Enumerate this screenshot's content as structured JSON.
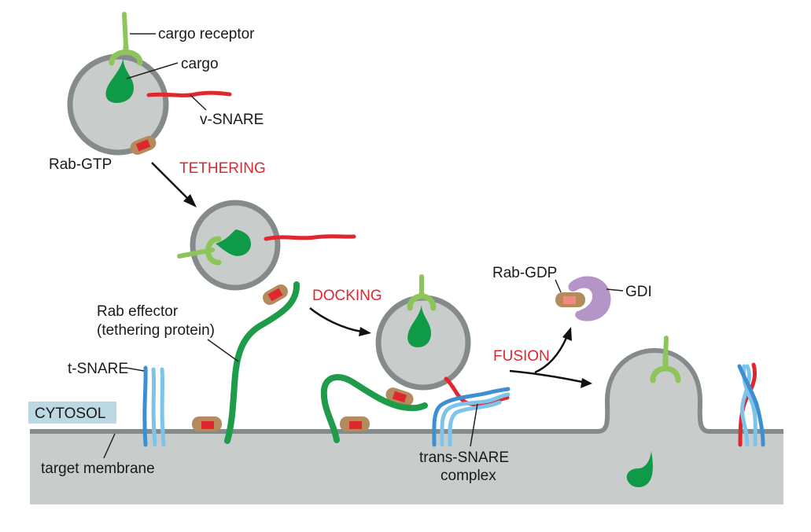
{
  "labels": {
    "cargo_receptor": "cargo receptor",
    "cargo": "cargo",
    "v_snare": "v-SNARE",
    "rab_gtp": "Rab-GTP",
    "rab_effector_line1": "Rab effector",
    "rab_effector_line2": "(tethering protein)",
    "t_snare": "t-SNARE",
    "cytosol": "CYTOSOL",
    "target_membrane": "target membrane",
    "trans_snare_line1": "trans-SNARE",
    "trans_snare_line2": "complex",
    "rab_gdp": "Rab-GDP",
    "gdi": "GDI"
  },
  "steps": {
    "tethering": "TETHERING",
    "docking": "DOCKING",
    "fusion": "FUSION"
  },
  "colors": {
    "vesicle_fill": "#c8cdcb",
    "vesicle_rim": "#858b8c",
    "cargo": "#0f9a48",
    "receptor": "#8dc55a",
    "v_snare": "#e0262f",
    "t_snare_dark": "#3d8fd1",
    "t_snare_light": "#7ec3ea",
    "rab_shell": "#b38b5d",
    "rab_gtp_core": "#e0262f",
    "rab_gdp_core": "#f08a7a",
    "effector": "#1e9c4a",
    "gdi": "#b594c8",
    "cytosol_box": "#bcd8e3",
    "step_text": "#e0262f"
  }
}
